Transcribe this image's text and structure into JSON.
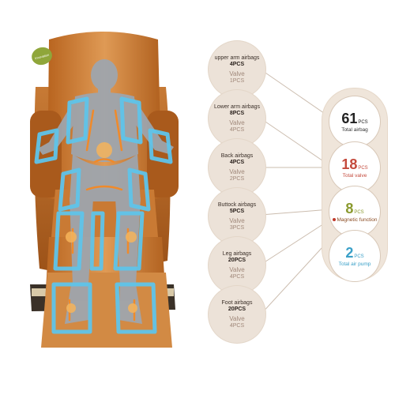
{
  "logo": {
    "text": "Innovation"
  },
  "parts": [
    {
      "title": "upper arm airbags",
      "count": "4PCS",
      "valve": "Valve",
      "valve_count": "1PCS"
    },
    {
      "title": "Lower arm airbags",
      "count": "8PCS",
      "valve": "Valve",
      "valve_count": "4PCS"
    },
    {
      "title": "Back airbags",
      "count": "4PCS",
      "valve": "Valve",
      "valve_count": "2PCS"
    },
    {
      "title": "Buttock airbags",
      "count": "5PCS",
      "valve": "Valve",
      "valve_count": "3PCS"
    },
    {
      "title": "Leg airbags",
      "count": "20PCS",
      "valve": "Valve",
      "valve_count": "4PCS"
    },
    {
      "title": "Foot airbags",
      "count": "20PCS",
      "valve": "Valve",
      "valve_count": "4PCS"
    }
  ],
  "stats": [
    {
      "num": "61",
      "unit": "PCS",
      "label": "Total airbag",
      "num_color": "#222222",
      "label_color": "#333333"
    },
    {
      "num": "18",
      "unit": "PCS",
      "label": "Total valve",
      "num_color": "#c44a3c",
      "label_color": "#c44a3c"
    },
    {
      "num": "8",
      "unit": "PCS",
      "label": "Magnetic function",
      "num_color": "#8a9a2e",
      "label_color": "#8a4a20"
    },
    {
      "num": "2",
      "unit": "PCS",
      "label": "Total air pump",
      "num_color": "#3aa0c8",
      "label_color": "#3aa0c8"
    }
  ]
}
